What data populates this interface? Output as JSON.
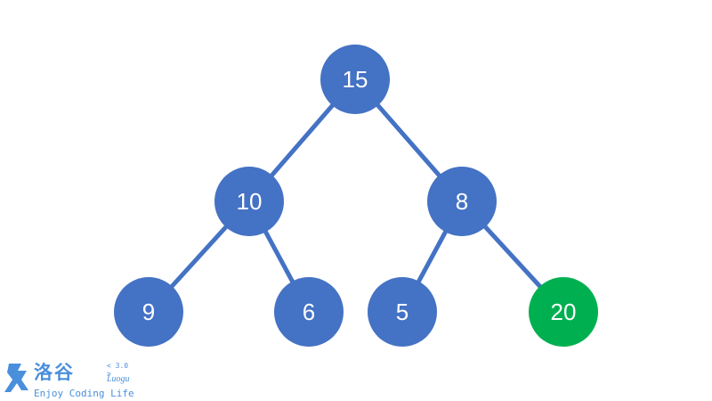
{
  "colors": {
    "node_default": "#4472c4",
    "node_highlight": "#00b050",
    "edge": "#4472c4",
    "node_text": "#ffffff",
    "watermark": "#4a8fdc"
  },
  "tree": {
    "nodes": [
      {
        "id": "n15",
        "label": "15",
        "highlight": false
      },
      {
        "id": "n10",
        "label": "10",
        "highlight": false
      },
      {
        "id": "n8",
        "label": "8",
        "highlight": false
      },
      {
        "id": "n9",
        "label": "9",
        "highlight": false
      },
      {
        "id": "n6",
        "label": "6",
        "highlight": false
      },
      {
        "id": "n5",
        "label": "5",
        "highlight": false
      },
      {
        "id": "n20",
        "label": "20",
        "highlight": true
      }
    ],
    "edges": [
      [
        "n15",
        "n10"
      ],
      [
        "n15",
        "n8"
      ],
      [
        "n10",
        "n9"
      ],
      [
        "n10",
        "n6"
      ],
      [
        "n8",
        "n5"
      ],
      [
        "n8",
        "n20"
      ]
    ]
  },
  "watermark": {
    "logo_text": "洛谷",
    "version": "< 3.0 >",
    "brand": "Luogu",
    "slogan": "Enjoy Coding Life"
  }
}
